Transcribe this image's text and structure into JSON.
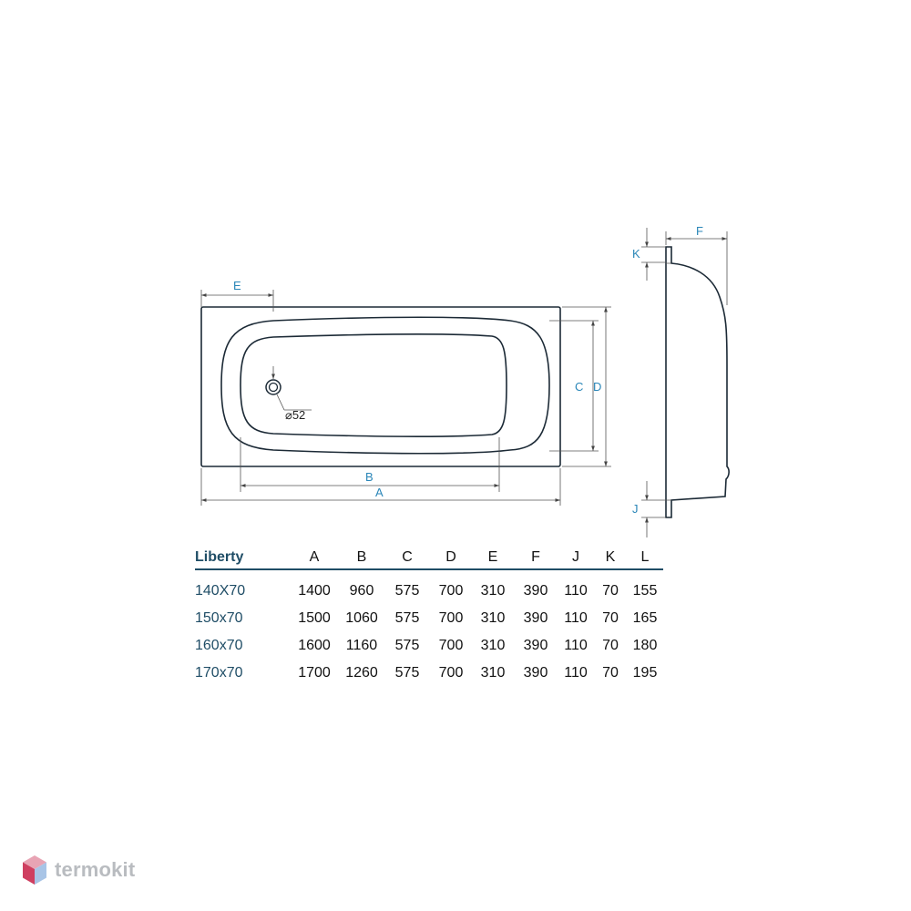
{
  "drawing": {
    "labels": {
      "A": "A",
      "B": "B",
      "C": "C",
      "D": "D",
      "E": "E",
      "F": "F",
      "J": "J",
      "K": "K"
    },
    "drain_label": "⌀52"
  },
  "table": {
    "model_header": "Liberty",
    "columns": [
      "A",
      "B",
      "C",
      "D",
      "E",
      "F",
      "J",
      "K",
      "L"
    ],
    "rows": [
      {
        "model": "140X70",
        "values": [
          "1400",
          "960",
          "575",
          "700",
          "310",
          "390",
          "110",
          "70",
          "155"
        ]
      },
      {
        "model": "150x70",
        "values": [
          "1500",
          "1060",
          "575",
          "700",
          "310",
          "390",
          "110",
          "70",
          "165"
        ]
      },
      {
        "model": "160x70",
        "values": [
          "1600",
          "1160",
          "575",
          "700",
          "310",
          "390",
          "110",
          "70",
          "180"
        ]
      },
      {
        "model": "170x70",
        "values": [
          "1700",
          "1260",
          "575",
          "700",
          "310",
          "390",
          "110",
          "70",
          "195"
        ]
      }
    ]
  },
  "brand": {
    "name": "termokit",
    "colors": {
      "top": "#e8a4b4",
      "left": "#cf3f60",
      "right": "#a8c4e6"
    }
  }
}
